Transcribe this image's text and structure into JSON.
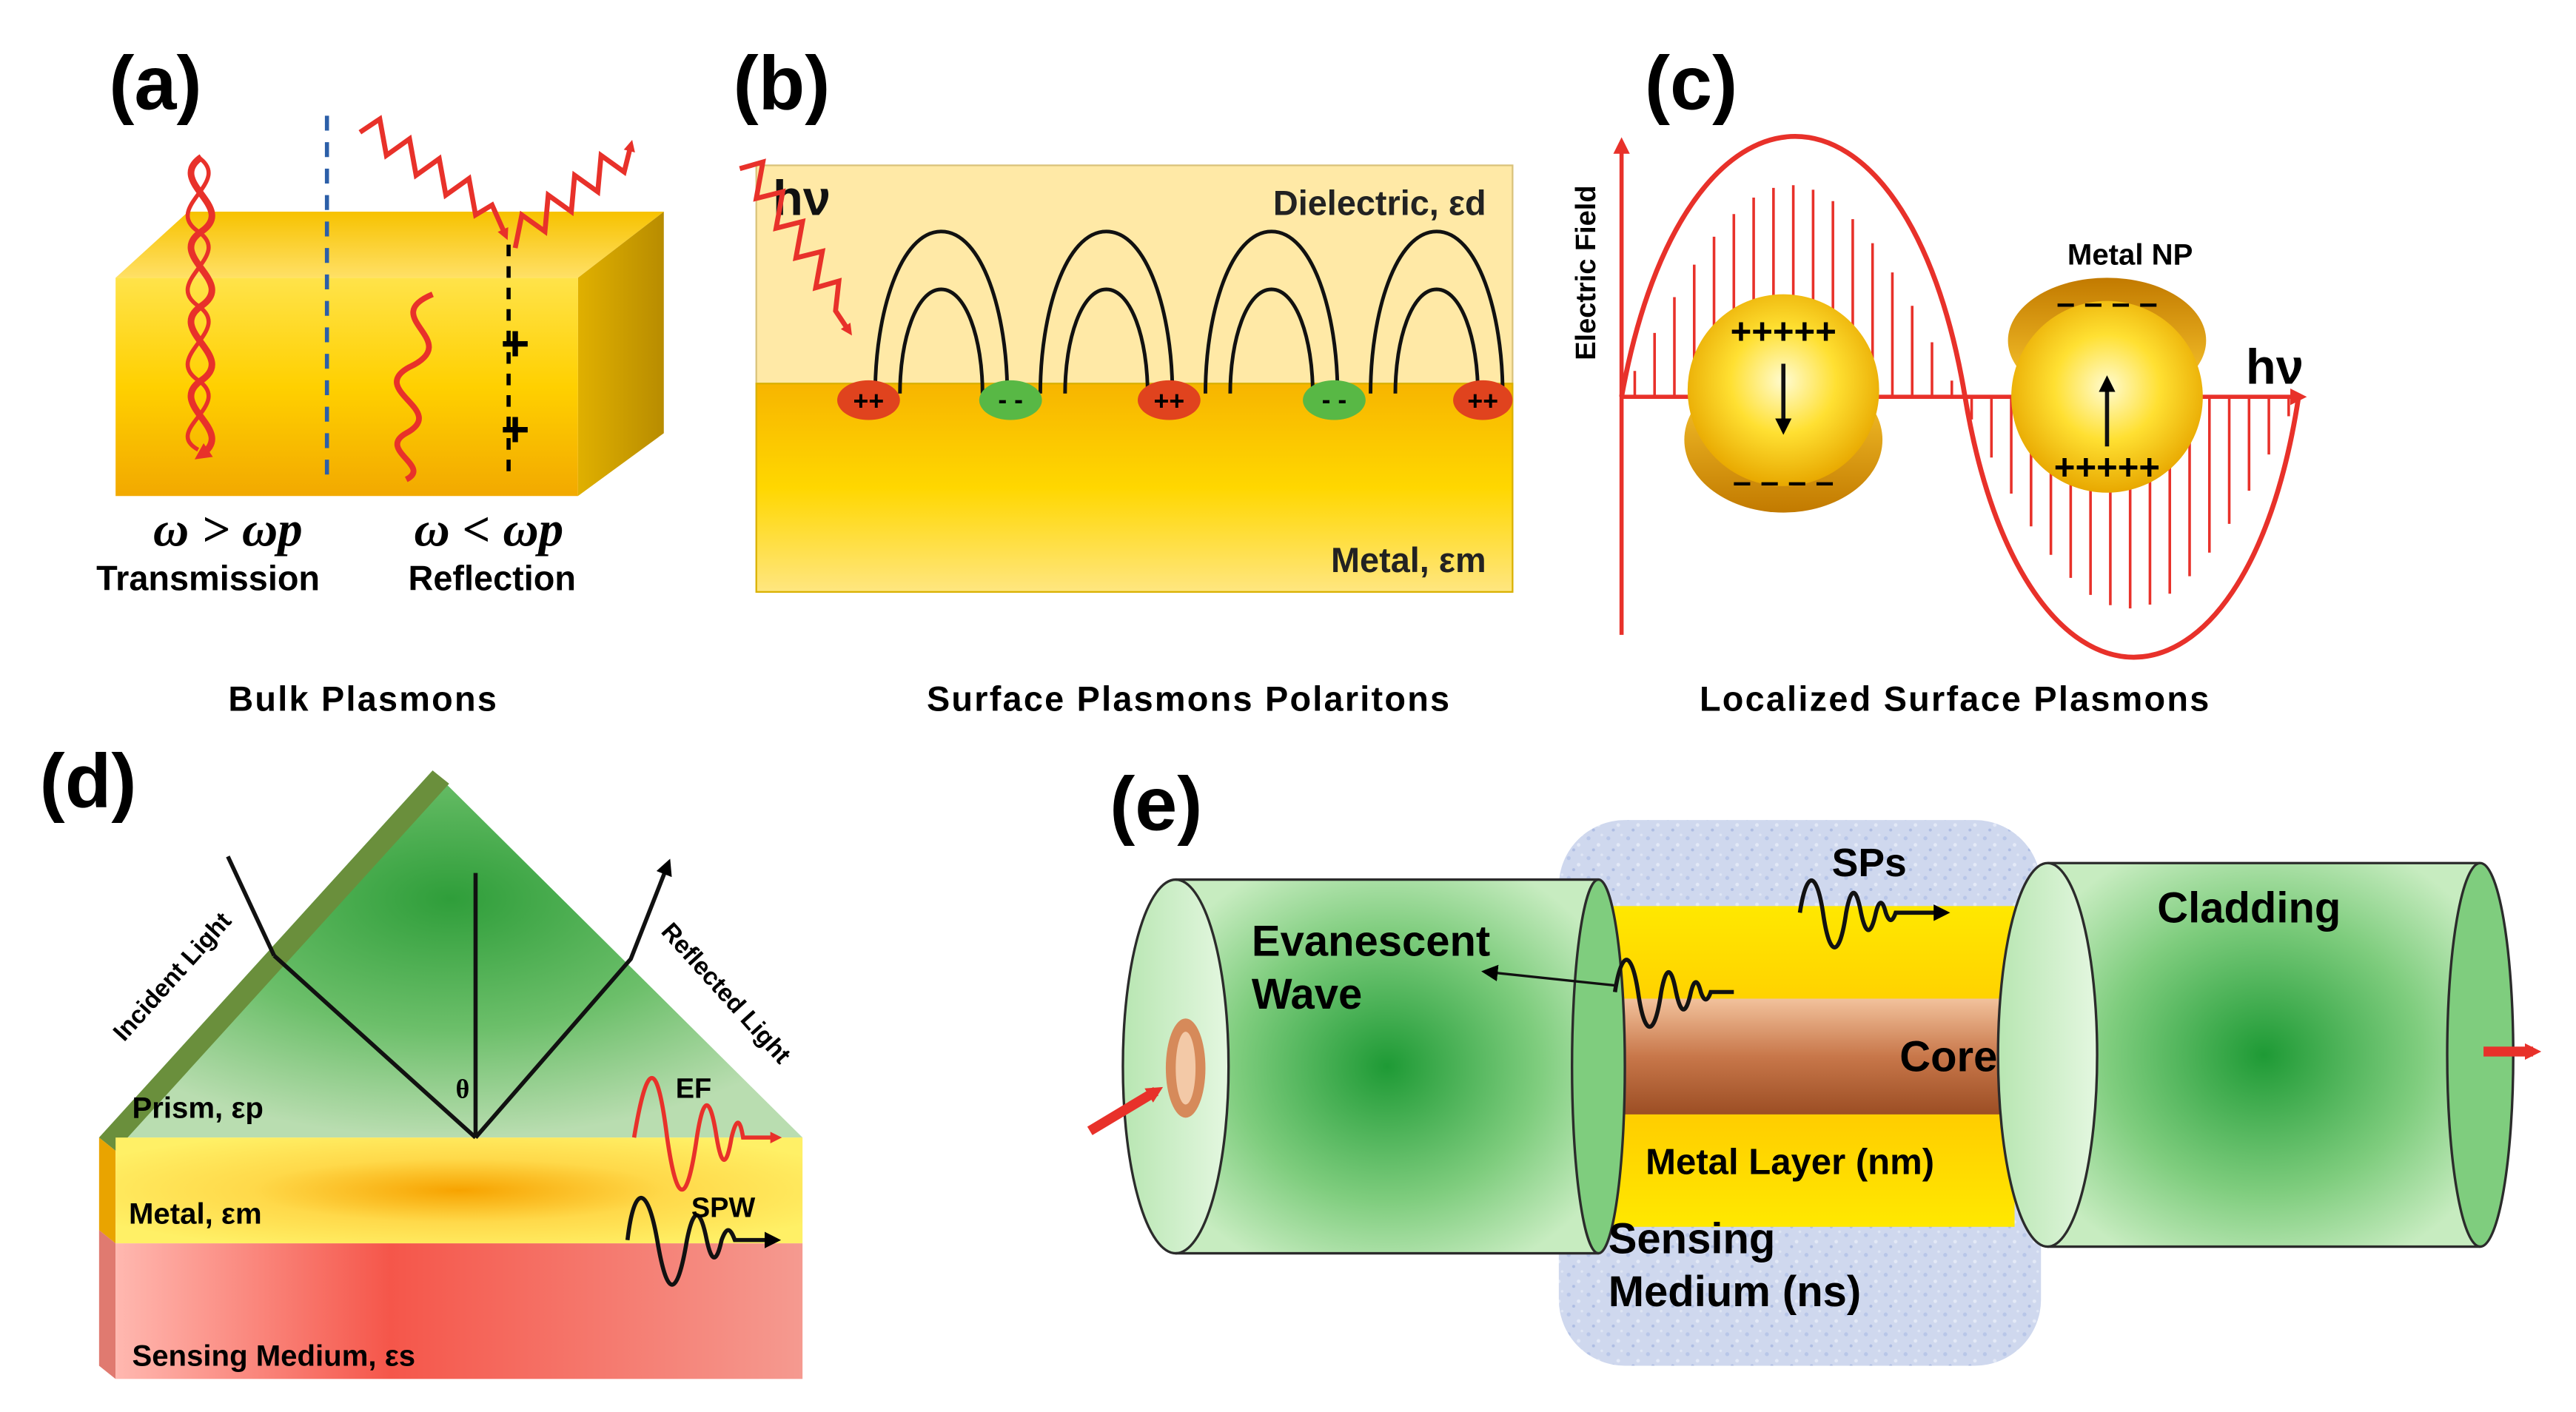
{
  "panels": {
    "a": {
      "letter": "(a)",
      "cond_left": "ω > ωp",
      "cond_right": "ω < ωp",
      "label_left": "Transmission",
      "label_right": "Reflection",
      "caption": "Bulk Plasmons",
      "charge": "+"
    },
    "b": {
      "letter": "(b)",
      "photon": "hν",
      "dielectric": "Dielectric, εd",
      "metal": "Metal, εm",
      "caption": "Surface Plasmons Polaritons",
      "pos_charge": "++",
      "neg_charge": "- -"
    },
    "c": {
      "letter": "(c)",
      "axis": "Electric Field",
      "np_label": "Metal NP",
      "photon": "hν",
      "caption": "Localized Surface Plasmons",
      "plus_row": "+++++",
      "minus_row": "– – – –"
    },
    "d": {
      "letter": "(d)",
      "incident": "Incident Light",
      "reflected": "Reflected Light",
      "theta": "θ",
      "prism": "Prism, εp",
      "metal": "Metal, εm",
      "sensing": "Sensing Medium, εs",
      "ef": "EF",
      "spw": "SPW"
    },
    "e": {
      "letter": "(e)",
      "sps": "SPs",
      "evanescent_1": "Evanescent",
      "evanescent_2": "Wave",
      "cladding": "Cladding",
      "core": "Core",
      "metal_layer": "Metal Layer (nm)",
      "sensing_1": "Sensing",
      "sensing_2": "Medium (ns)"
    }
  },
  "colors": {
    "red": "#e8312a",
    "gold": "#f5c400",
    "green": "#2e9e3e",
    "copper": "#c9774a"
  }
}
